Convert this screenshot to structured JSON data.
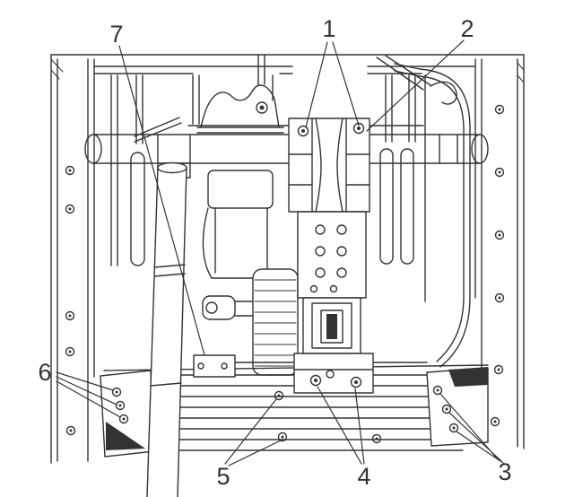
{
  "figure": {
    "background_color": "#ffffff",
    "line_color": "#333333",
    "callouts": [
      {
        "label": "1"
      },
      {
        "label": "2"
      },
      {
        "label": "3"
      },
      {
        "label": "4"
      },
      {
        "label": "5"
      },
      {
        "label": "6"
      },
      {
        "label": "7"
      }
    ]
  }
}
